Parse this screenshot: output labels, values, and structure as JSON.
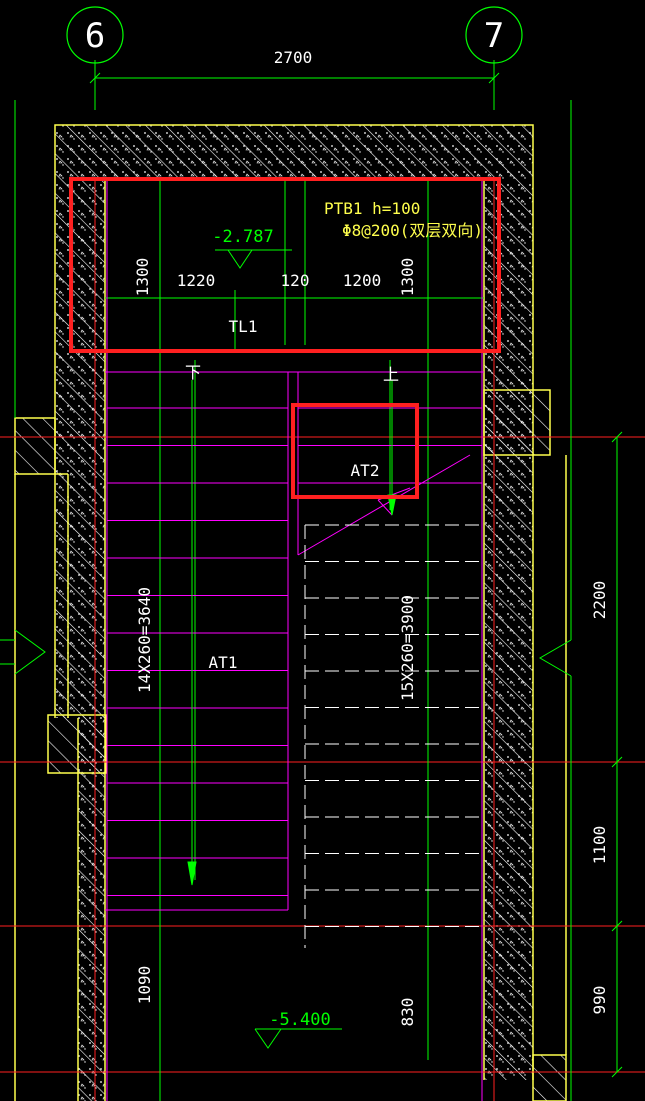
{
  "axes": {
    "left": "6",
    "right": "7"
  },
  "dims": {
    "top_total": "2700",
    "landing_left": "1300",
    "landing_w1": "1220",
    "landing_gap": "120",
    "landing_w2": "1200",
    "landing_right": "1300",
    "flight_left": "14X260=3640",
    "flight_right": "15X260=3900",
    "bottom_left": "1090",
    "bottom_mid": "830",
    "right_upper": "2200",
    "right_mid": "1100",
    "right_lower": "990"
  },
  "labels": {
    "slab": "PTB1 h=100",
    "rebar": "Φ8@200(双层双向)",
    "beam": "TL1",
    "elev_top": "-2.787",
    "elev_bottom": "-5.400",
    "down_mark": "下",
    "up_mark": "上",
    "flight_left": "AT1",
    "flight_right": "AT2"
  },
  "colors": {
    "background": "#000000",
    "grid_green": "#00ff00",
    "wall_yellow": "#ffff4d",
    "stair_magenta": "#ff00ff",
    "axis_red": "#ff2020",
    "dim_white": "#ffffff",
    "highlight": "#ff2020"
  }
}
